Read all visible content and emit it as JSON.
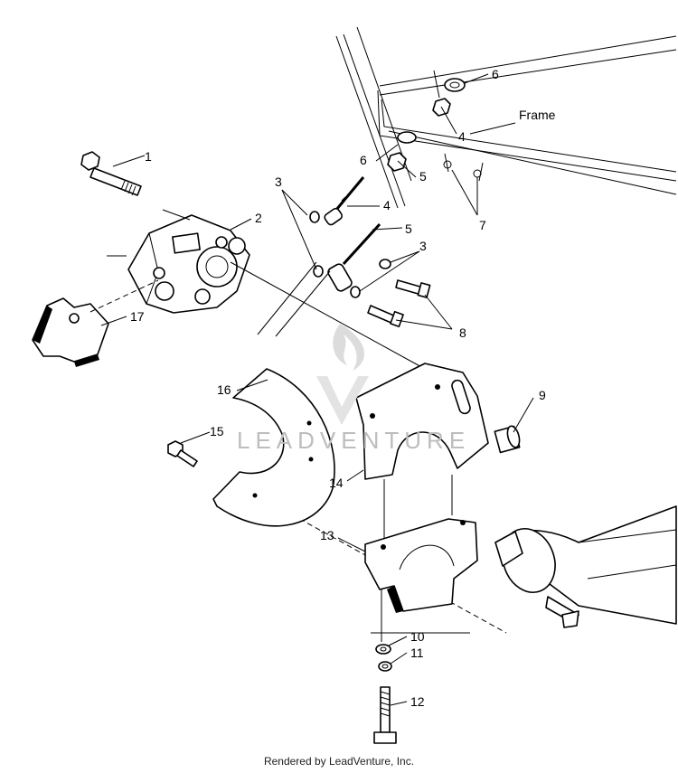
{
  "callouts": {
    "c1": "1",
    "c2": "2",
    "c3a": "3",
    "c3b": "3",
    "c4a": "4",
    "c4b": "4",
    "c5a": "5",
    "c5b": "5",
    "c6a": "6",
    "c6b": "6",
    "c7": "7",
    "c8": "8",
    "c9": "9",
    "c10": "10",
    "c11": "11",
    "c12": "12",
    "c13": "13",
    "c14": "14",
    "c15": "15",
    "c16": "16",
    "c17": "17",
    "frame": "Frame"
  },
  "watermark": "LEADVENTURE",
  "footer": "Rendered by LeadVenture, Inc."
}
